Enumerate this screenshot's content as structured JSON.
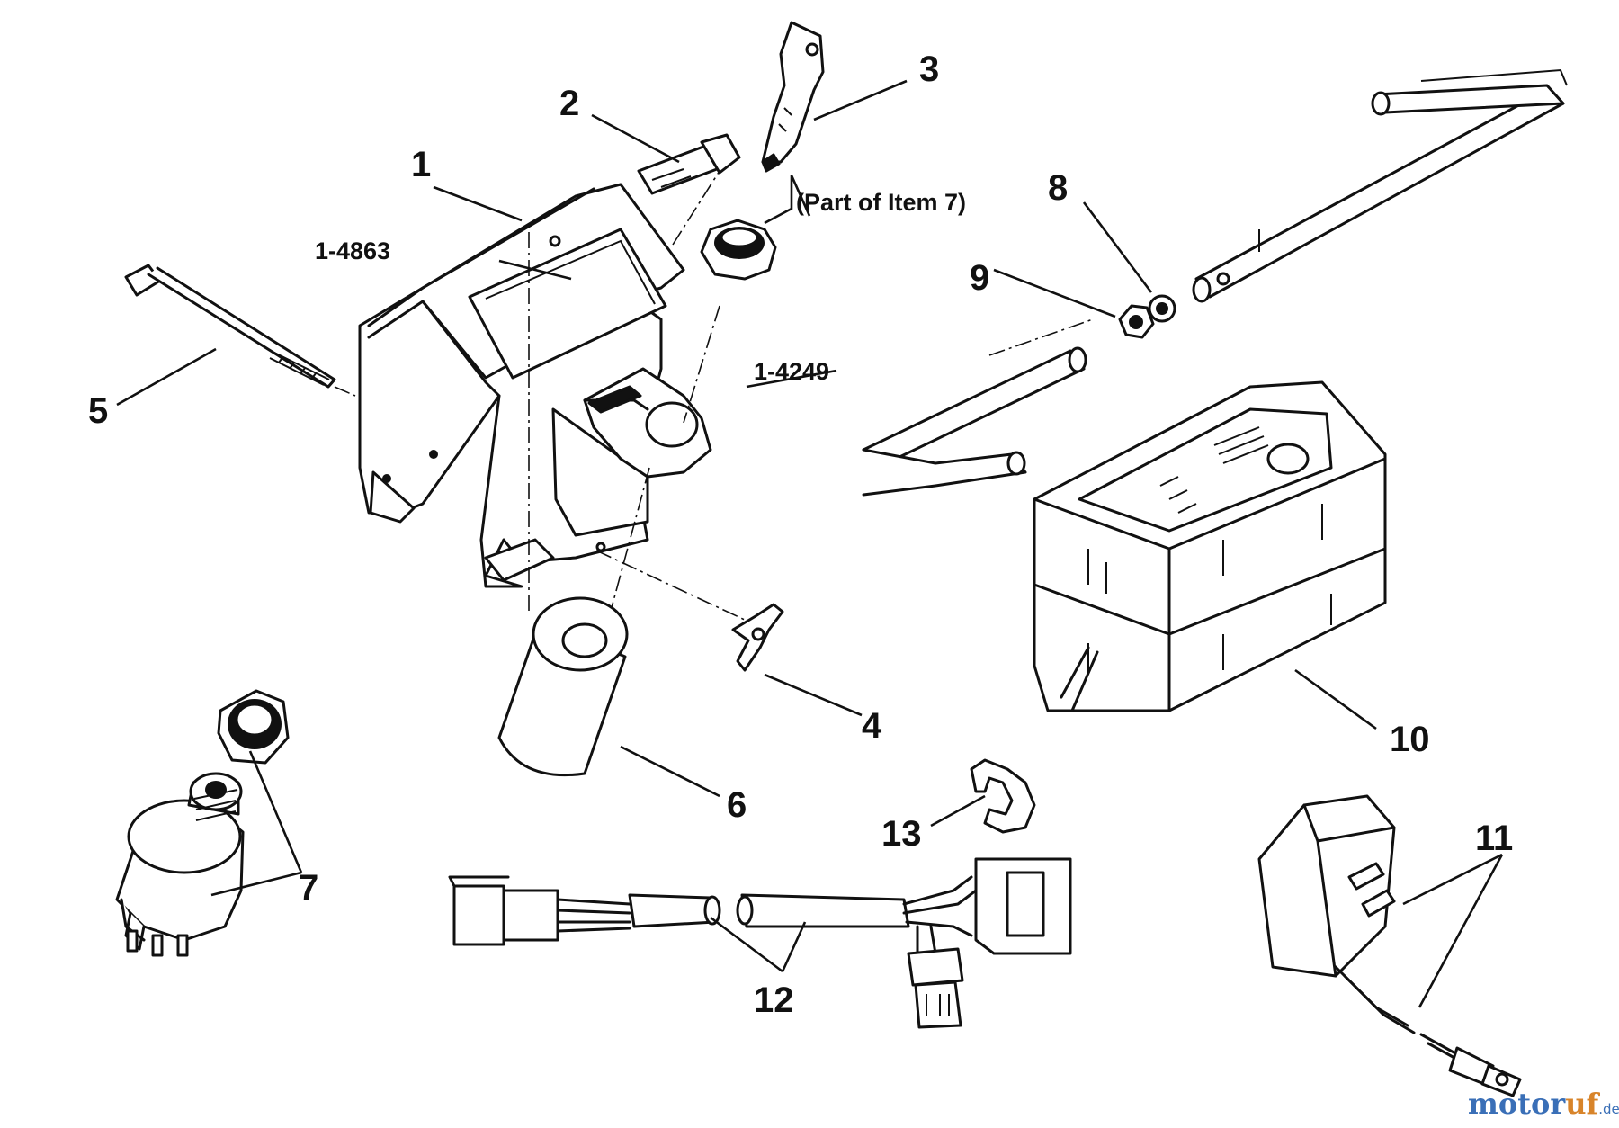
{
  "diagram": {
    "callouts": [
      "1",
      "2",
      "3",
      "4",
      "5",
      "6",
      "7",
      "8",
      "9",
      "10",
      "11",
      "12",
      "13"
    ],
    "part_numbers": [
      "1-4863",
      "1-4249"
    ],
    "notes": {
      "part_of_item_7": "(Part of Item 7)"
    }
  },
  "watermark": {
    "brand_a": "motor",
    "brand_b": "uf",
    "suffix": ".de"
  }
}
